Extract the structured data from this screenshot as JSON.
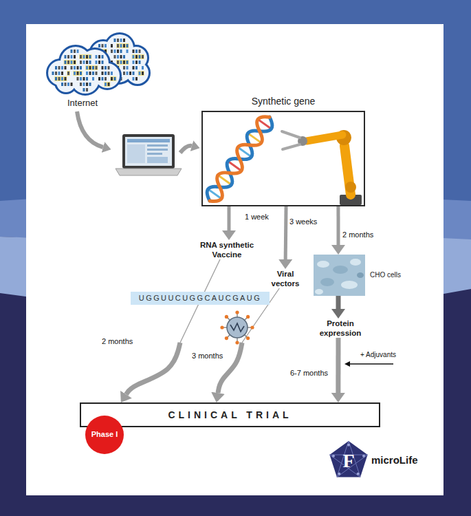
{
  "diagram": {
    "nodes": [
      {
        "text": [
          "Internet"
        ]
      },
      {
        "text": [
          "Synthetic gene"
        ]
      },
      {
        "text": [
          "RNA synthetic Vaccine"
        ]
      },
      {
        "text": [
          "Viral vectors"
        ]
      },
      {
        "text": [
          "CHO cells"
        ]
      },
      {
        "text": [
          "UGGUUCUGGCAUCGAUG"
        ]
      },
      {
        "text": [
          "Protein expression"
        ]
      },
      {
        "text": [
          "CLINICAL TRIAL"
        ]
      },
      {
        "text": [
          "Phase I"
        ]
      },
      {
        "text": [
          "F",
          "microLife"
        ]
      }
    ],
    "edges": [
      {
        "from": 1,
        "to": 2,
        "label": "1 week",
        "arrow": "to"
      },
      {
        "from": 1,
        "to": 3,
        "label": "3 weeks",
        "arrow": "to"
      },
      {
        "from": 1,
        "to": 4,
        "label": "2 months",
        "arrow": "to"
      },
      {
        "from": 4,
        "to": 6,
        "arrow": "to"
      },
      {
        "from": 2,
        "to": 7,
        "label": "2 months",
        "arrow": "to"
      },
      {
        "from": 3,
        "to": 7,
        "label": "3 months",
        "arrow": "to"
      },
      {
        "from": 6,
        "to": 7,
        "label": "6-7 months",
        "arrow": "to"
      }
    ],
    "labels": [
      "+ Adjuvants"
    ]
  }
}
